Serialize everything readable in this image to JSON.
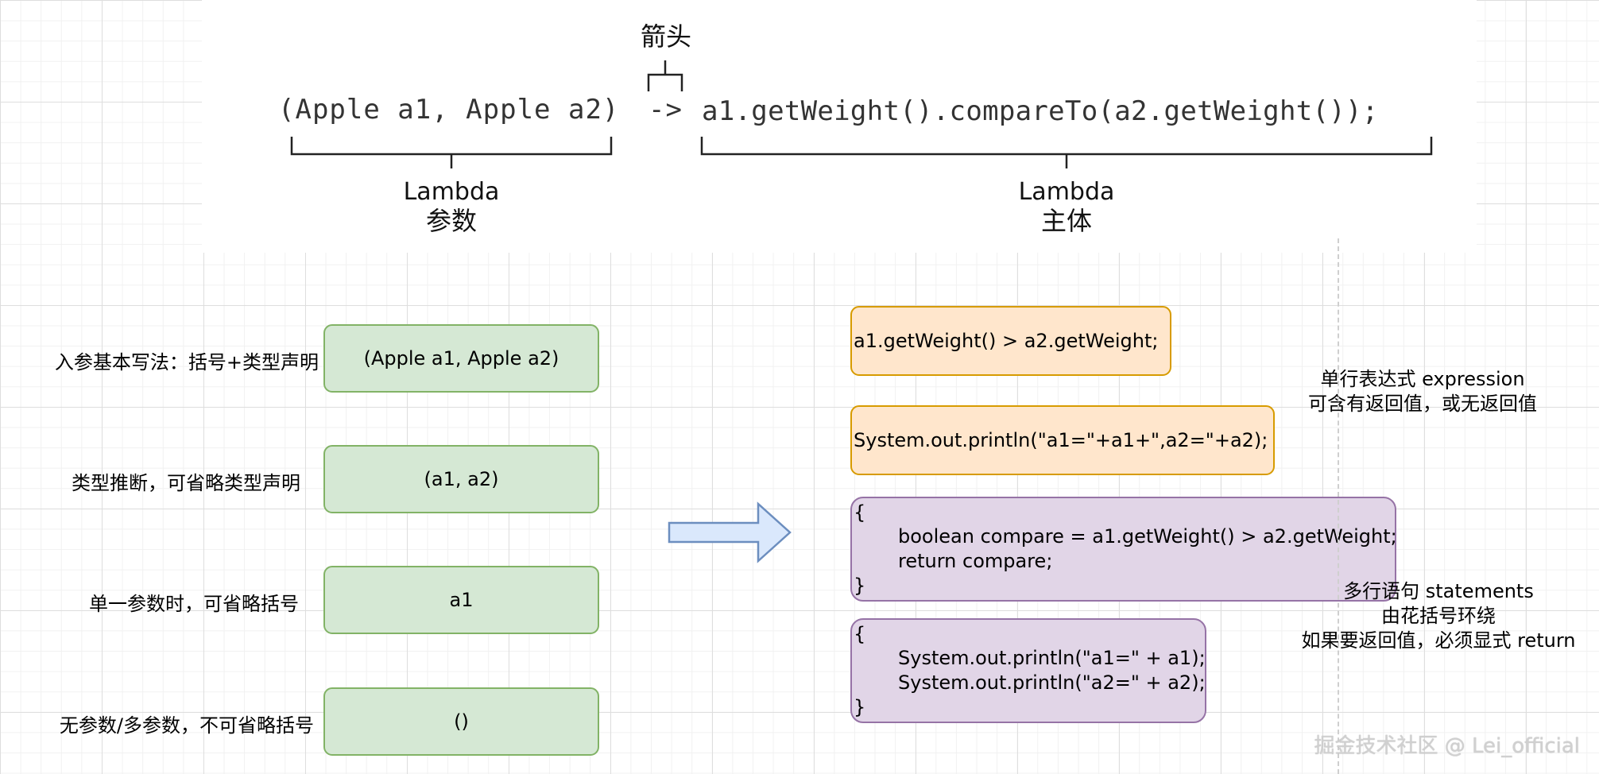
{
  "syntax": {
    "params_code": "(Apple a1, Apple a2)",
    "arrow_code": "->",
    "body_code": "a1.getWeight().compareTo(a2.getWeight());",
    "arrow_label": "箭头",
    "params_label_line1": "Lambda",
    "params_label_line2": "参数",
    "body_label_line1": "Lambda",
    "body_label_line2": "主体"
  },
  "params": [
    {
      "label": "入参基本写法：括号+类型声明",
      "code": "(Apple a1, Apple a2)"
    },
    {
      "label": "类型推断，可省略类型声明",
      "code": "(a1, a2)"
    },
    {
      "label": "单一参数时，可省略括号",
      "code": "a1"
    },
    {
      "label": "无参数/多参数，不可省略括号",
      "code": "()"
    }
  ],
  "expressions": [
    "a1.getWeight() > a2.getWeight;",
    "System.out.println(\"a1=\"+a1+\",a2=\"+a2);"
  ],
  "expression_note": {
    "line1": "单行表达式 expression",
    "line2": "可含有返回值，或无返回值"
  },
  "statements": [
    {
      "open": "{",
      "lines": [
        "boolean compare = a1.getWeight() > a2.getWeight;",
        "return compare;"
      ],
      "close": "}"
    },
    {
      "open": "{",
      "lines": [
        "System.out.println(\"a1=\" + a1);",
        "System.out.println(\"a2=\" + a2);"
      ],
      "close": "}"
    }
  ],
  "statement_note": {
    "line1": "多行语句 statements",
    "line2": "由花括号环绕",
    "line3": "如果要返回值，必须显式 return"
  },
  "watermark": "掘金技术社区 @ Lei_official",
  "colors": {
    "green_fill": "#d5e8d4",
    "green_stroke": "#82b366",
    "orange_fill": "#ffe6cc",
    "orange_stroke": "#d79b00",
    "purple_fill": "#e1d5e7",
    "purple_stroke": "#9673a6",
    "arrow_fill": "#dae8fc",
    "arrow_stroke": "#6c8ebf"
  }
}
